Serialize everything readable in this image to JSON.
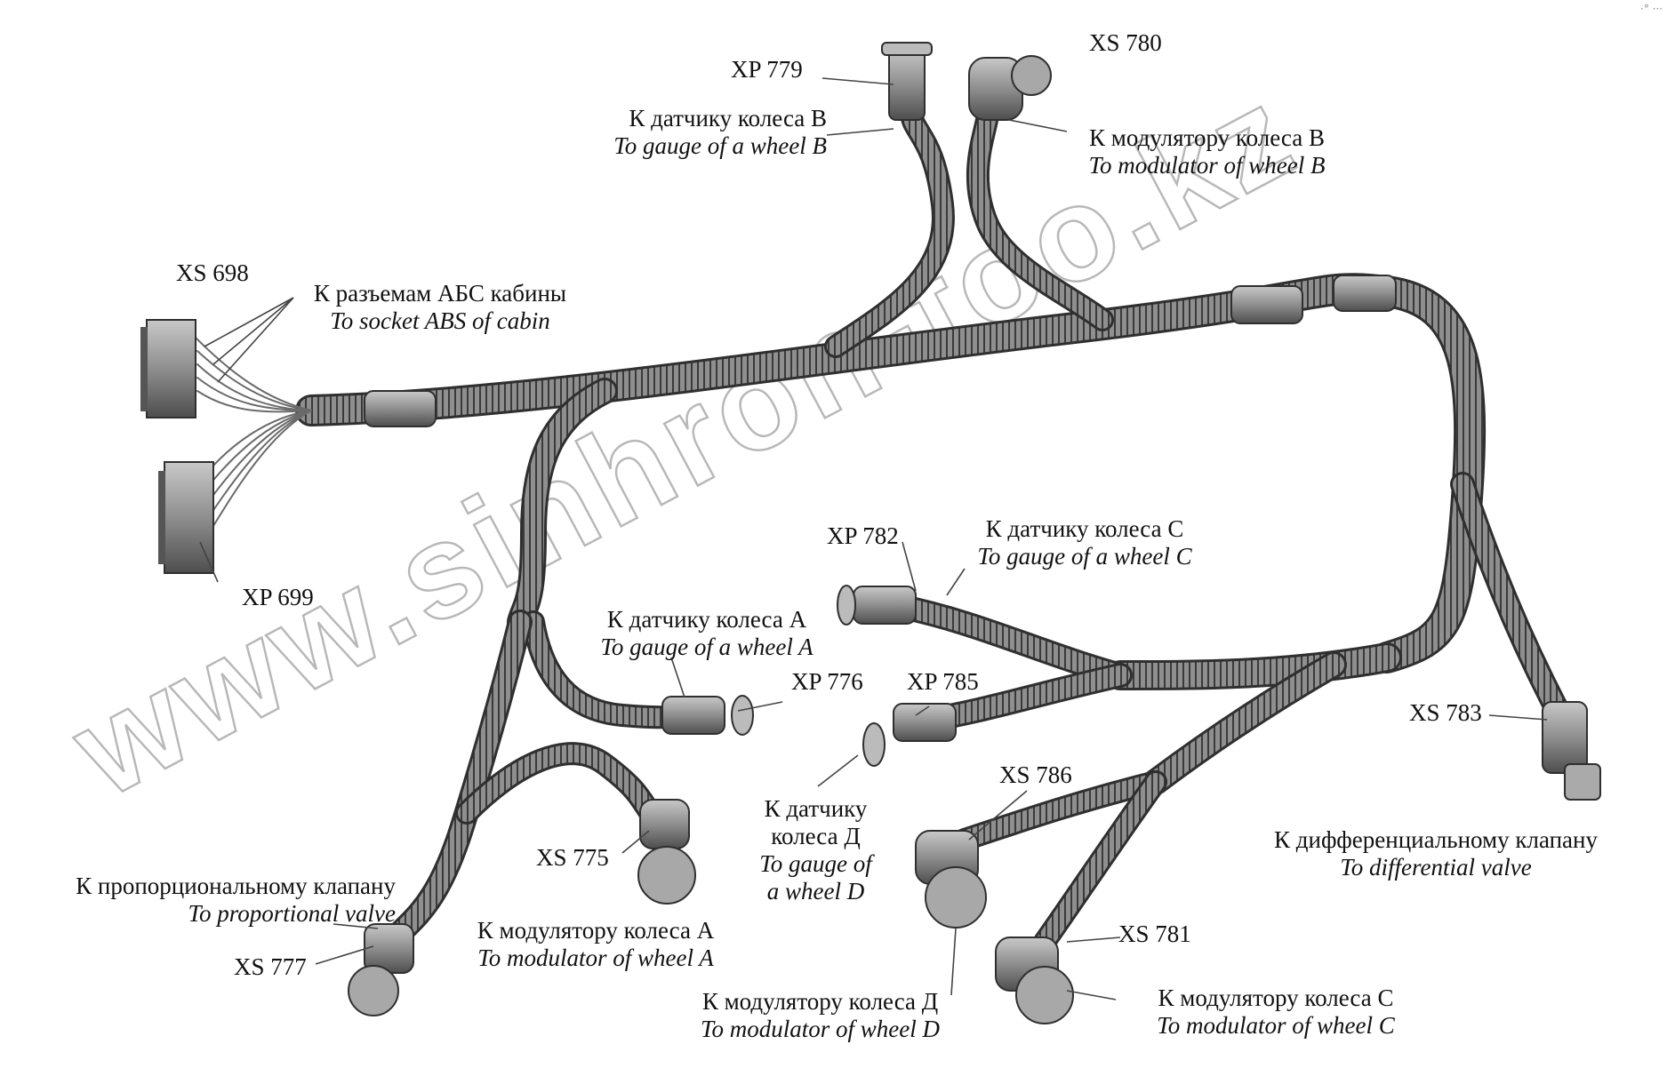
{
  "watermark": "www.sinhron-too.kz",
  "corner_mark": "·° ···",
  "colors": {
    "cable_fill": "#8a8a8a",
    "cable_dark": "#2f2f2f",
    "connector_fill": "#9a9a9a",
    "leader": "#444444",
    "watermark_stroke": "#b8b8b8"
  },
  "connectors": {
    "xp779": "XP 779",
    "xs780": "XS 780",
    "xs698": "XS 698",
    "xp699": "XP 699",
    "xp782": "XP 782",
    "xp776": "XP 776",
    "xp785": "XP 785",
    "xs786": "XS 786",
    "xs783": "XS 783",
    "xs775": "XS 775",
    "xs781": "XS 781",
    "xs777": "XS 777"
  },
  "labels": {
    "gauge_b": {
      "ru": "К датчику колеса В",
      "en": "To gauge of a wheel B"
    },
    "modulator_b": {
      "ru": "К модулятору колеса В",
      "en": "To  modulator of wheel B"
    },
    "abs_socket": {
      "ru": "К разъемам АБС кабины",
      "en": "To socket ABS of  cabin"
    },
    "gauge_c": {
      "ru": "К датчику колеса С",
      "en": "To gauge of a wheel C"
    },
    "gauge_a": {
      "ru": "К датчику колеса А",
      "en": "To gauge of a wheel A"
    },
    "gauge_d": {
      "ru1": "К датчику",
      "ru2": "колеса Д",
      "en1": "To  gauge of",
      "en2": "a wheel D"
    },
    "differential": {
      "ru": "К дифференциальному клапану",
      "en": "To  differential valve"
    },
    "proportional": {
      "ru": "К пропорциональному клапану",
      "en": "To  proportional valve"
    },
    "modulator_a": {
      "ru": "К модулятору колеса А",
      "en": "To  modulator of wheel A"
    },
    "modulator_d": {
      "ru": "К модулятору колеса Д",
      "en": "To  modulator of wheel D"
    },
    "modulator_c": {
      "ru": "К модулятору колеса С",
      "en": "To  modulator of wheel C"
    }
  }
}
